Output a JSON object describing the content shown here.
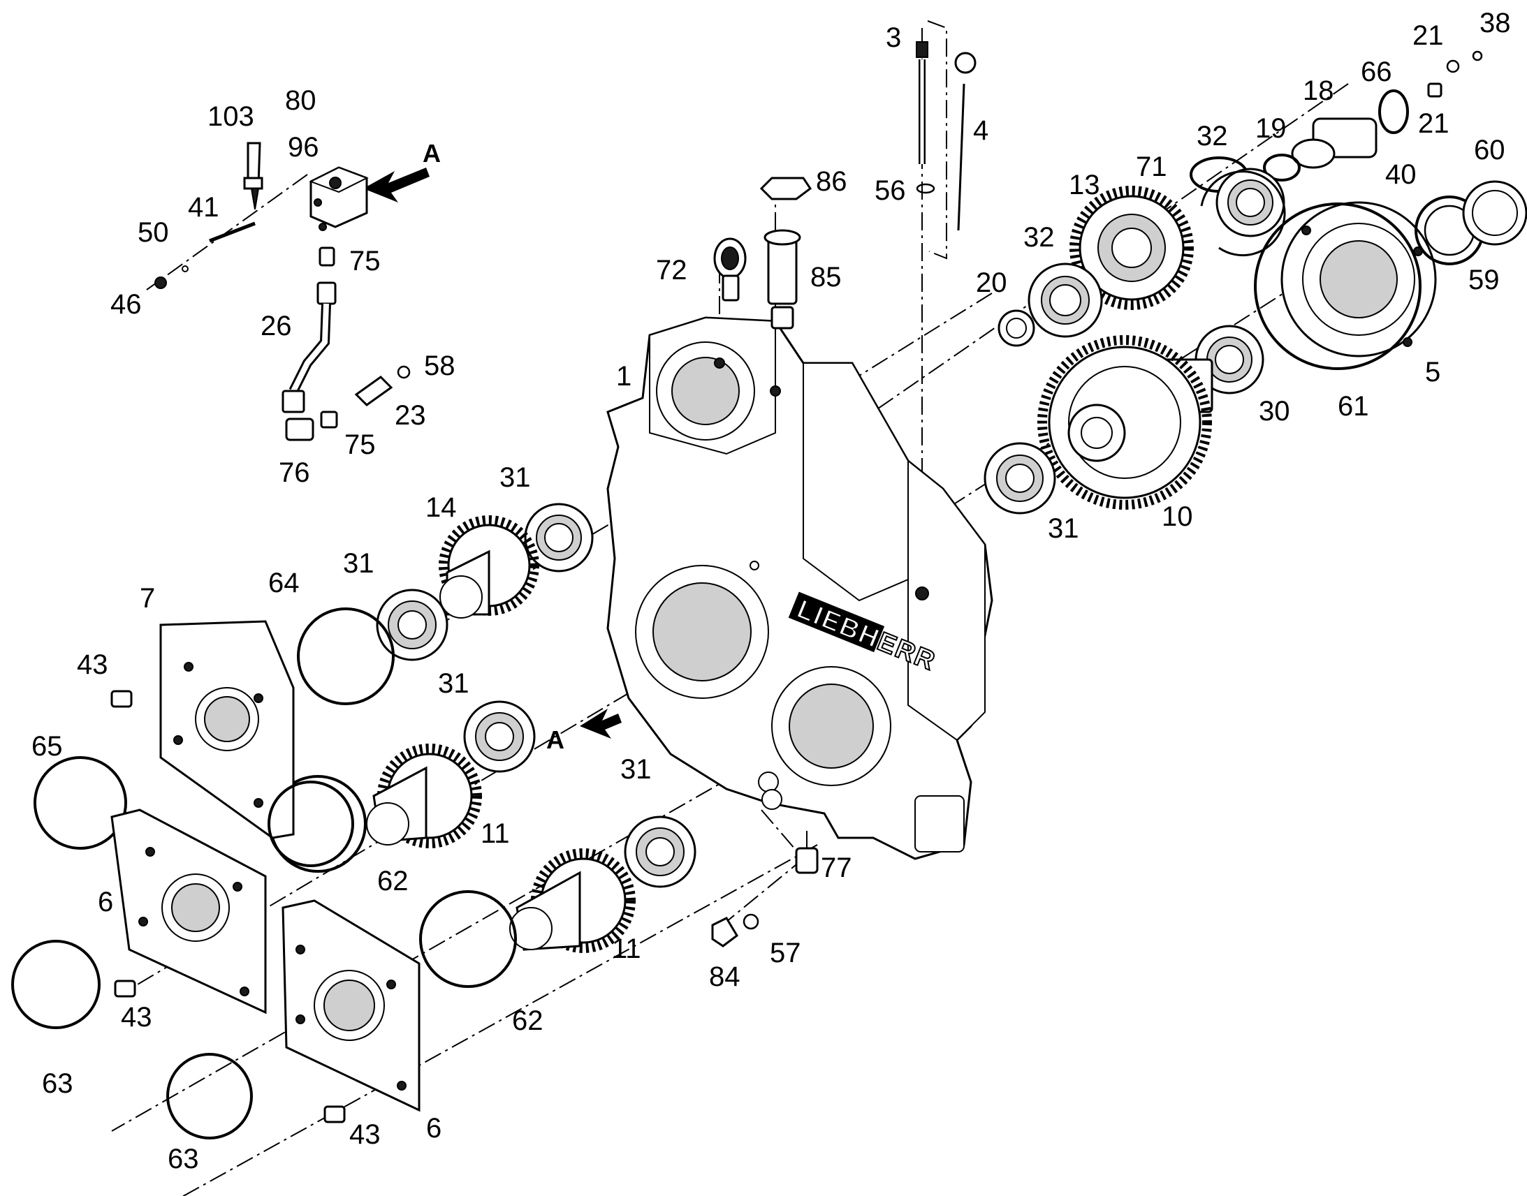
{
  "brand_text": "LIEBHERR",
  "view_marker": "A",
  "callouts": {
    "c1": "1",
    "c3": "3",
    "c4": "4",
    "c5": "5",
    "c6a": "6",
    "c6b": "6",
    "c7": "7",
    "c10": "10",
    "c11a": "11",
    "c11b": "11",
    "c13": "13",
    "c14": "14",
    "c18": "18",
    "c19": "19",
    "c20": "20",
    "c21a": "21",
    "c21b": "21",
    "c23": "23",
    "c26": "26",
    "c30": "30",
    "c31a": "31",
    "c31b": "31",
    "c31c": "31",
    "c31d": "31",
    "c31e": "31",
    "c32a": "32",
    "c32b": "32",
    "c38": "38",
    "c40": "40",
    "c41": "41",
    "c43a": "43",
    "c43b": "43",
    "c43c": "43",
    "c46": "46",
    "c50": "50",
    "c56": "56",
    "c57": "57",
    "c58": "58",
    "c59": "59",
    "c60": "60",
    "c61": "61",
    "c62a": "62",
    "c62b": "62",
    "c63a": "63",
    "c63b": "63",
    "c64": "64",
    "c65": "65",
    "c66": "66",
    "c71": "71",
    "c72": "72",
    "c75a": "75",
    "c75b": "75",
    "c76": "76",
    "c77": "77",
    "c80": "80",
    "c84": "84",
    "c85": "85",
    "c86": "86",
    "c96": "96",
    "c103": "103"
  }
}
